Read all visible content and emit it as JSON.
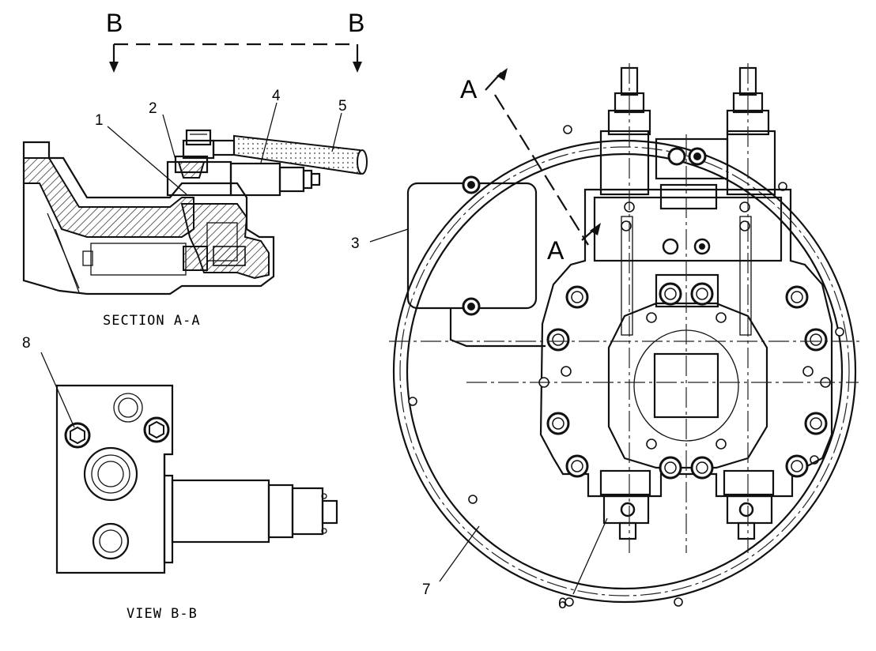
{
  "section_labels": {
    "b_left": "B",
    "b_right": "B",
    "a_top": "A",
    "a_bottom": "A"
  },
  "captions": {
    "section_aa": "SECTION A-A",
    "view_bb": "VIEW B-B"
  },
  "callouts": [
    "1",
    "2",
    "3",
    "4",
    "5",
    "6",
    "7",
    "8"
  ]
}
